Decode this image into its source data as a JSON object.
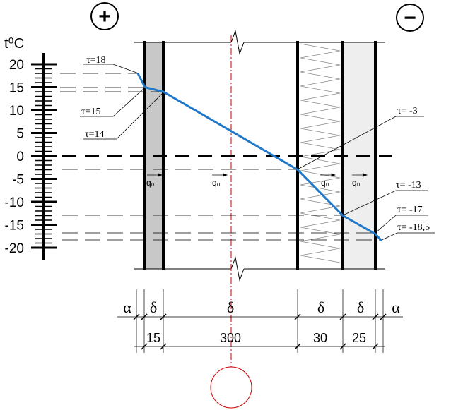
{
  "signs": {
    "warm": "+",
    "cold": "−"
  },
  "temperature_scale": {
    "unit_label": "t⁰C",
    "ticks": [
      "20",
      "15",
      "10",
      "5",
      "0",
      "-5",
      "-10",
      "-15",
      "-20"
    ],
    "tick_values": [
      20,
      15,
      10,
      5,
      0,
      -5,
      -10,
      -15,
      -20
    ]
  },
  "layers": [
    {
      "name": "inner-surface-layer",
      "symbol": "α",
      "thickness": ""
    },
    {
      "name": "plaster-layer",
      "symbol": "δ",
      "thickness": "15"
    },
    {
      "name": "masonry-layer",
      "symbol": "δ",
      "thickness": "300"
    },
    {
      "name": "insulation-layer",
      "symbol": "δ",
      "thickness": "30"
    },
    {
      "name": "cladding-layer",
      "symbol": "δ",
      "thickness": "25"
    },
    {
      "name": "outer-surface-layer",
      "symbol": "α",
      "thickness": ""
    }
  ],
  "temperature_labels": {
    "inner_air": "τ=18",
    "inner_surface": "τ=15",
    "plaster_masonry": "τ=14",
    "masonry_insulation": "τ= -3",
    "insulation_cladding": "τ= -13",
    "outer_surface": "τ= -17",
    "outer_air": "τ= -18,5"
  },
  "profile_values": [
    18,
    15,
    14,
    -3,
    -13,
    -17,
    -18.5
  ],
  "heat_flow_label": "q₀",
  "colors": {
    "profile": "#1f78c8",
    "axis_line": "#cc0000",
    "plaster_fill": "#c8c8c8",
    "cladding_fill": "#eeeeee"
  }
}
